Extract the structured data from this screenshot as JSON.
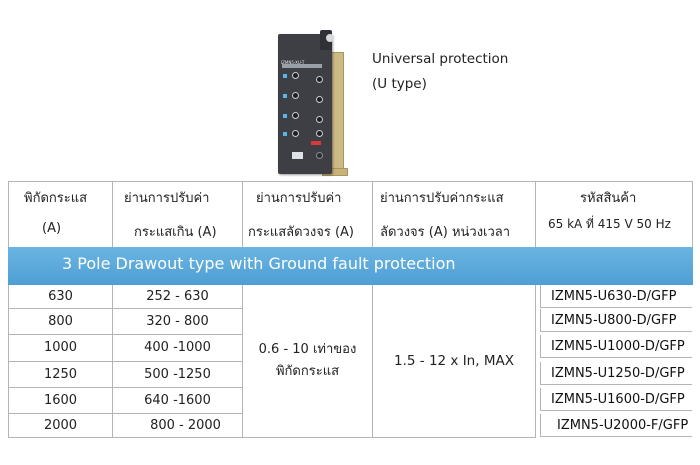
{
  "product": {
    "module_label": "IZMN5-XU-T",
    "caption_line1": "Universal protection",
    "caption_line2": "(U type)"
  },
  "table": {
    "headers": [
      {
        "line1": "พิกัดกระแส",
        "line2": "(A)"
      },
      {
        "line1": "ย่านการปรับค่า",
        "line2": "กระแสเกิน (A)"
      },
      {
        "line1": "ย่านการปรับค่า",
        "line2": "กระแสลัดวงจร (A)"
      },
      {
        "line1": "ย่านการปรับค่ากระแส",
        "line2": "ลัดวงจร (A) หน่วงเวลา"
      },
      {
        "line1": "รหัสสินค้า",
        "line2": "65 kA ที่ 415 V 50 Hz"
      }
    ],
    "section_title": "3 Pole Drawout type with Ground fault protection",
    "rows": [
      {
        "rating": "630",
        "overload": "252 - 630",
        "code": "IZMN5-U630-D/GFP"
      },
      {
        "rating": "800",
        "overload": "320 - 800",
        "code": "IZMN5-U800-D/GFP"
      },
      {
        "rating": "1000",
        "overload": "400 -1000",
        "code": "IZMN5-U1000-D/GFP"
      },
      {
        "rating": "1250",
        "overload": "500 -1250",
        "code": "IZMN5-U1250-D/GFP"
      },
      {
        "rating": "1600",
        "overload": "640 -1600",
        "code": "IZMN5-U1600-D/GFP"
      },
      {
        "rating": "2000",
        "overload": "800 - 2000",
        "code": "IZMN5-U2000-F/GFP"
      }
    ],
    "short_circuit_line1": "0.6 - 10 เท่าของ",
    "short_circuit_line2": "พิกัดกระแส",
    "delay_value": "1.5 - 12 x In, MAX"
  }
}
